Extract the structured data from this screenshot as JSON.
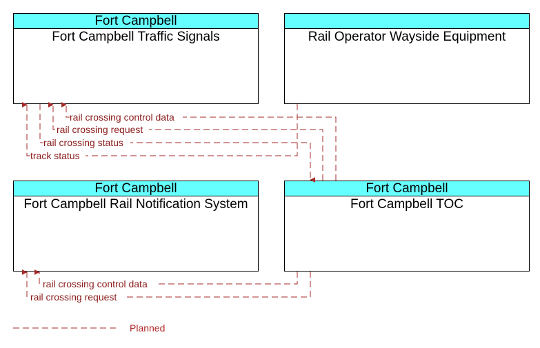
{
  "elements": {
    "traffic_signals": {
      "header": "Fort Campbell",
      "title": "Fort Campbell Traffic Signals"
    },
    "rail_wayside": {
      "header": "",
      "title": "Rail Operator Wayside Equipment"
    },
    "rail_notification": {
      "header": "Fort Campbell",
      "title": "Fort Campbell Rail Notification System"
    },
    "toc": {
      "header": "Fort Campbell",
      "title": "Fort Campbell TOC"
    }
  },
  "flows": {
    "f1": "rail crossing control data",
    "f2": "rail crossing request",
    "f3": "rail crossing status",
    "f4": "track status",
    "f5": "rail crossing control data",
    "f6": "rail crossing request"
  },
  "legend": {
    "planned_label": "Planned",
    "planned_color": "#b22222"
  },
  "colors": {
    "header_fill": "#66ffff",
    "flow_line": "#a52a2a"
  }
}
